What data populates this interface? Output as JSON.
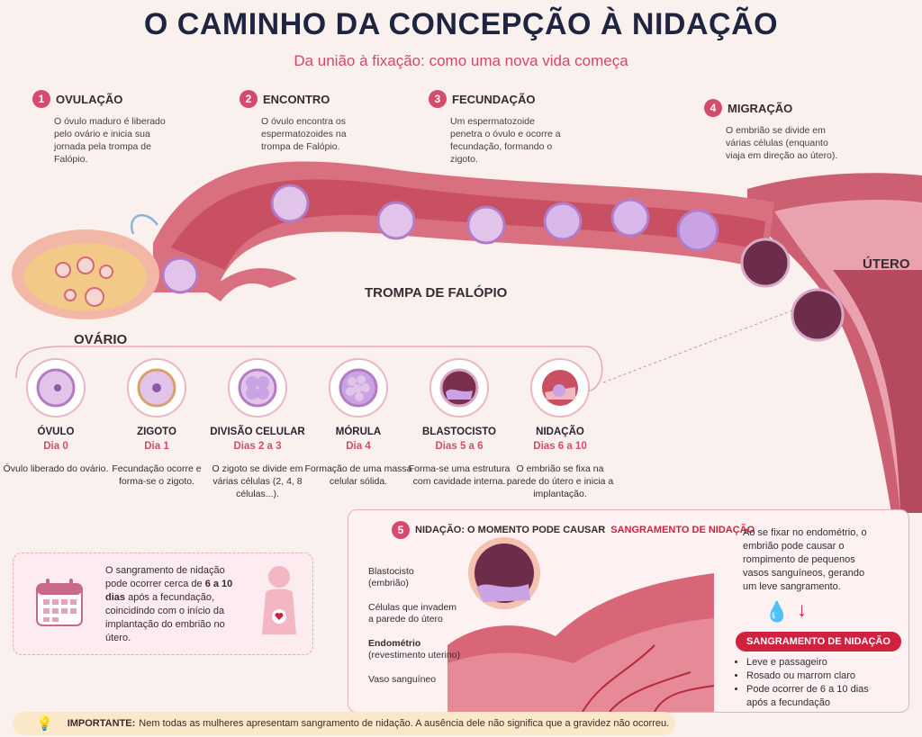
{
  "header": {
    "title": "O CAMINHO DA CONCEPÇÃO À NIDAÇÃO",
    "subtitle": "Da união à fixação: como uma nova vida começa"
  },
  "steps": [
    {
      "num": "1",
      "title": "OVULAÇÃO",
      "text": "O óvulo maduro é liberado pelo ovário e inicia sua jornada pela trompa de Falópio."
    },
    {
      "num": "2",
      "title": "ENCONTRO",
      "text": "O óvulo encontra os espermatozoides na trompa de Falópio."
    },
    {
      "num": "3",
      "title": "FECUNDAÇÃO",
      "text": "Um espermatozoide penetra o óvulo e ocorre a fecundação, formando o zigoto."
    },
    {
      "num": "4",
      "title": "MIGRAÇÃO",
      "text": "O embrião se divide em várias células (enquanto viaja em direção ao útero)."
    }
  ],
  "anatomy": {
    "ovary": "OVÁRIO",
    "tube": "TROMPA DE FALÓPIO",
    "uterus": "ÚTERO"
  },
  "stages": [
    {
      "name": "ÓVULO",
      "day": "Dia 0",
      "desc": "Óvulo liberado do ovário."
    },
    {
      "name": "ZIGOTO",
      "day": "Dia 1",
      "desc": "Fecundação ocorre e forma-se o zigoto."
    },
    {
      "name": "DIVISÃO CELULAR",
      "day": "Dias 2 a 3",
      "desc": "O zigoto se divide em várias células (2, 4, 8 células...)."
    },
    {
      "name": "MÓRULA",
      "day": "Dia 4",
      "desc": "Formação de uma massa celular sólida."
    },
    {
      "name": "BLASTOCISTO",
      "day": "Dias 5 a 6",
      "desc": "Forma-se uma estrutura com cavidade interna."
    },
    {
      "name": "NIDAÇÃO",
      "day": "Dias 6 a 10",
      "desc": "O embrião se fixa na parede do útero e inicia a implantação."
    }
  ],
  "info": {
    "text_pre": "O sangramento de nidação pode ocorrer cerca de",
    "text_bold": "6 a 10 dias",
    "text_post": "após a fecundação, coincidindo com o início da implantação do embrião no útero."
  },
  "detail": {
    "num": "5",
    "title_pre": "NIDAÇÃO: O MOMENTO PODE CAUSAR",
    "title_em": "SANGRAMENTO DE NIDAÇÃO",
    "labels": {
      "blast": "Blastocisto\n(embrião)",
      "cells": "Células que invadem\na parede do útero",
      "endo_bold": "Endométrio",
      "endo": "(revestimento uterino)",
      "vessel": "Vaso sanguíneo"
    },
    "explain": "Ao se fixar no endométrio, o embrião pode causar o rompimento de pequenos vasos sanguíneos, gerando um leve sangramento.",
    "badge": "SANGRAMENTO DE NIDAÇÃO",
    "bullets": [
      "Leve e passageiro",
      "Rosado ou marrom claro",
      "Pode ocorrer de 6 a 10 dias após a fecundação"
    ]
  },
  "warning": {
    "bold": "IMPORTANTE:",
    "text": "Nem todas as mulheres apresentam sangramento de nidação. A ausência dele não significa que a gravidez não ocorreu."
  },
  "colors": {
    "accent": "#d54b6b",
    "title": "#1f2540",
    "badge": "#d0213f"
  }
}
